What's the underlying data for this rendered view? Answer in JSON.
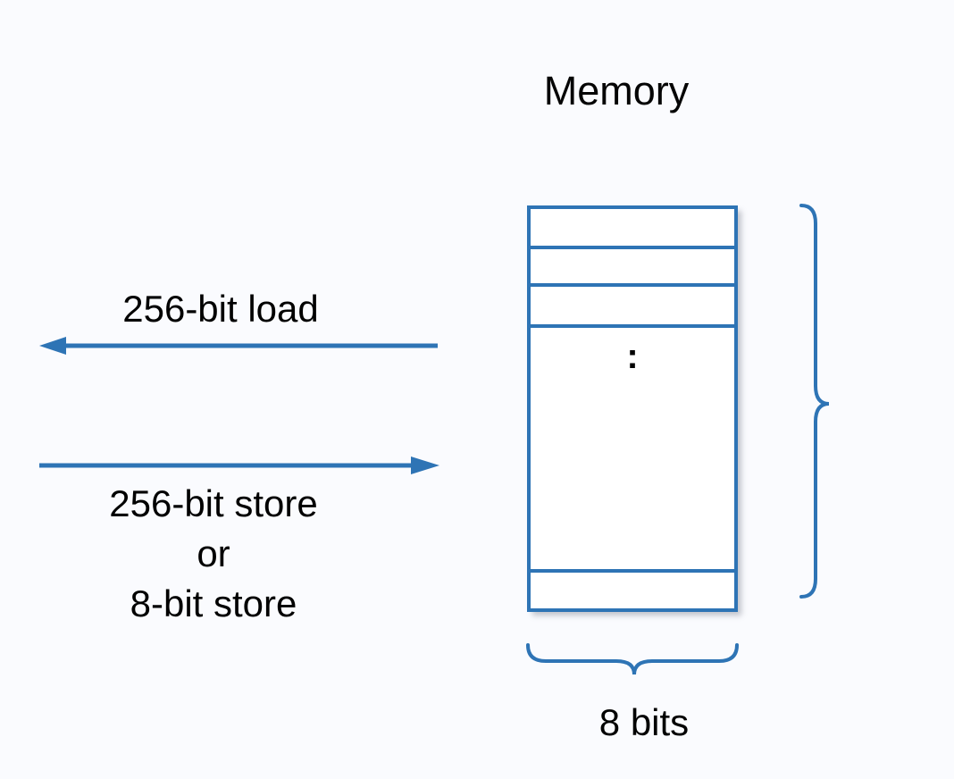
{
  "title": "Memory",
  "load_arrow": {
    "label": "256-bit load"
  },
  "store_arrow": {
    "lines": [
      "256-bit store",
      "or",
      "8-bit store"
    ]
  },
  "memory_box": {
    "ellipsis": ":"
  },
  "width_brace": {
    "label": "8 bits"
  },
  "colors": {
    "accent_blue": "#2E74B5",
    "text": "#000000",
    "background": "#FAFBFE",
    "cell_fill": "#FFFFFF"
  }
}
